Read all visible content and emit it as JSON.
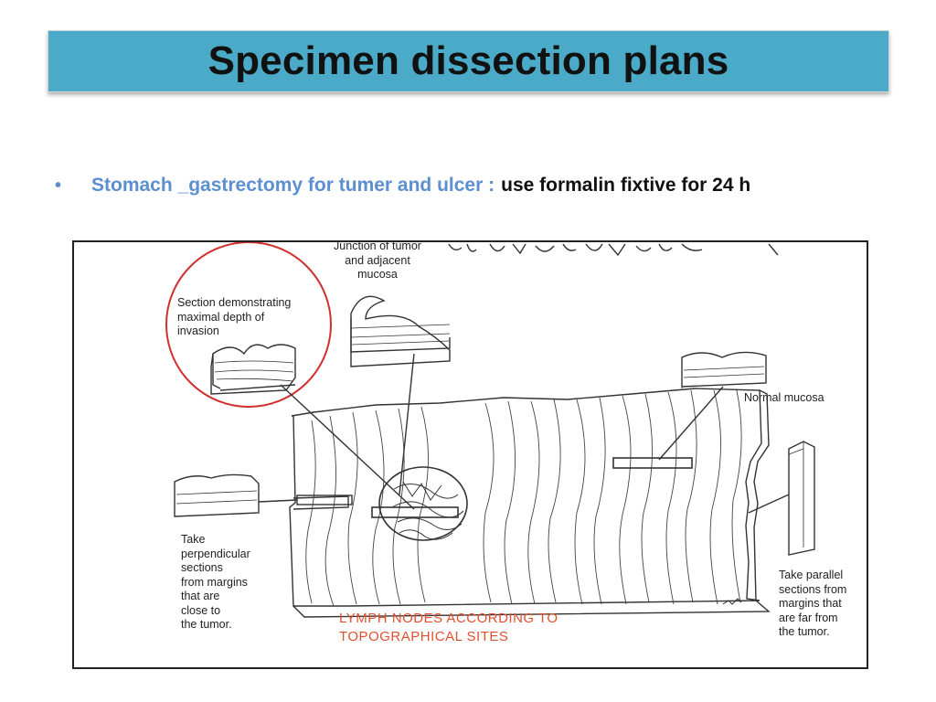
{
  "slide": {
    "title": "Specimen dissection plans",
    "bullet": {
      "marker": "•",
      "lead": "Stomach _gastrectomy for tumer and ulcer :",
      "rest": "use formalin fixtive for  24 h"
    }
  },
  "figure": {
    "labels": {
      "junction": "Junction of tumor\nand adjacent\nmucosa",
      "max_depth": "Section demonstrating\nmaximal depth of\ninvasion",
      "normal_mucosa": "Normal mucosa",
      "perpendicular": "Take\nperpendicular\nsections\nfrom margins\nthat are\nclose to\nthe tumor.",
      "parallel": "Take parallel\nsections from\nmargins that\nare far from\nthe tumor.",
      "lymph_nodes": "LYMPH NODES ACCORDING TO\nTOPOGRAPHICAL SITES"
    }
  },
  "colors": {
    "title_bar": "#4aaac8",
    "bullet_lead": "#5b8fd0",
    "circle": "#d03030",
    "lymph_text": "#e05030"
  }
}
